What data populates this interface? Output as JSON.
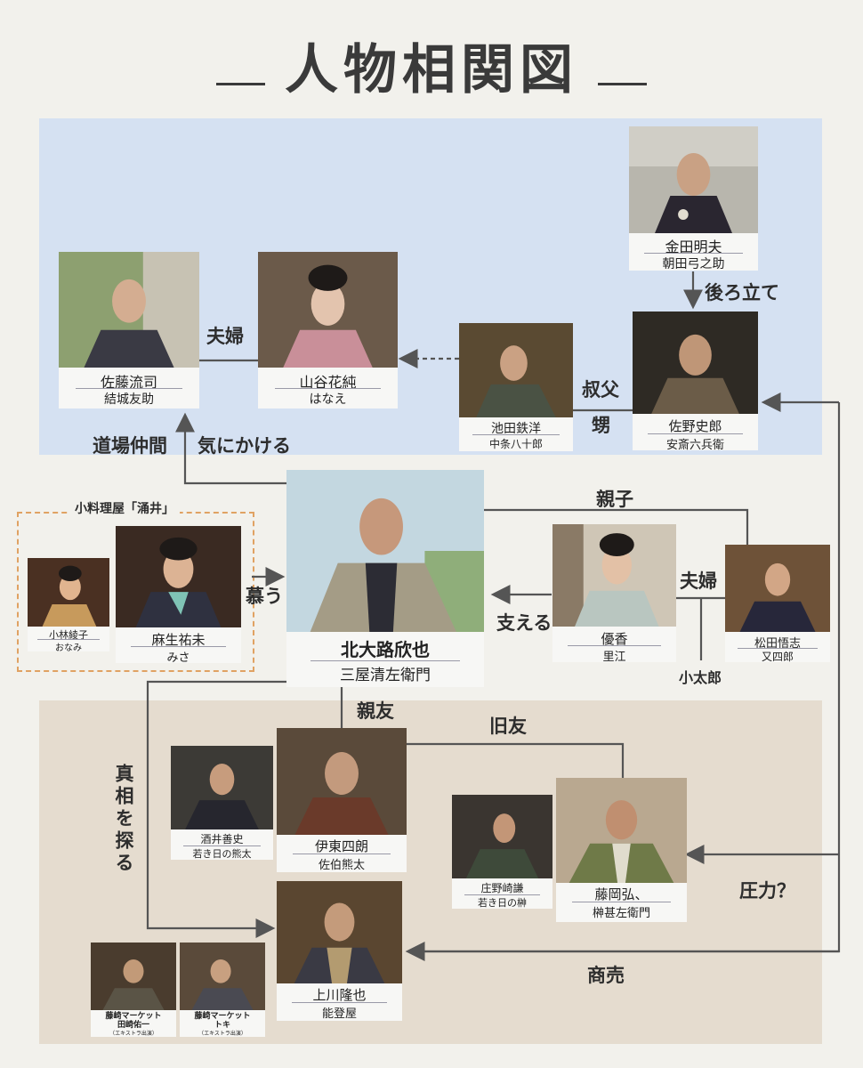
{
  "title": "人物相関図",
  "accent_colors": {
    "blue_zone": "#d5e1f2",
    "tan_zone": "#e5dccf",
    "group_border": "#e0a263",
    "line": "#555555"
  },
  "group": {
    "label": "小料理屋「涌井」"
  },
  "characters": {
    "kaneda": {
      "actor": "金田明夫",
      "role": "朝田弓之助"
    },
    "sato": {
      "actor": "佐藤流司",
      "role": "結城友助"
    },
    "yamaya": {
      "actor": "山谷花純",
      "role": "はなえ"
    },
    "ikeda": {
      "actor": "池田鉄洋",
      "role": "中条八十郎"
    },
    "sano": {
      "actor": "佐野史郎",
      "role": "安斎六兵衛"
    },
    "kitaoji": {
      "actor": "北大路欣也",
      "role": "三屋清左衛門"
    },
    "kobayashi": {
      "actor": "小林綾子",
      "role": "おなみ"
    },
    "aso": {
      "actor": "麻生祐未",
      "role": "みさ"
    },
    "yuka": {
      "actor": "優香",
      "role": "里江"
    },
    "matsuda": {
      "actor": "松田悟志",
      "role": "又四郎"
    },
    "sakai": {
      "actor": "酒井善史",
      "role": "若き日の熊太"
    },
    "ito": {
      "actor": "伊東四朗",
      "role": "佐伯熊太"
    },
    "shonosaki": {
      "actor": "庄野崎謙",
      "role": "若き日の榊"
    },
    "fujioka": {
      "actor": "藤岡弘、",
      "role": "榊甚左衛門"
    },
    "kamikawa": {
      "actor": "上川隆也",
      "role": "能登屋"
    },
    "tazaki": {
      "actor": "藤崎マーケット\n田崎佑一",
      "role": "（エキストラ出演）"
    },
    "toki": {
      "actor": "藤崎マーケット\nトキ",
      "role": "（エキストラ出演）"
    }
  },
  "relations": {
    "fuufu_top": "夫婦",
    "ushirodate": "後ろ立て",
    "oji": "叔父",
    "oi": "甥",
    "dojo": "道場仲間",
    "kinikakeru": "気にかける",
    "oyako": "親子",
    "shitau": "慕う",
    "sasaeru": "支える",
    "fuufu_mid": "夫婦",
    "kotaro": "小太郎",
    "shinyu": "親友",
    "kyuyu": "旧友",
    "shinso": "真相を探る",
    "atsuryoku": "圧力？",
    "shobai": "商売"
  }
}
